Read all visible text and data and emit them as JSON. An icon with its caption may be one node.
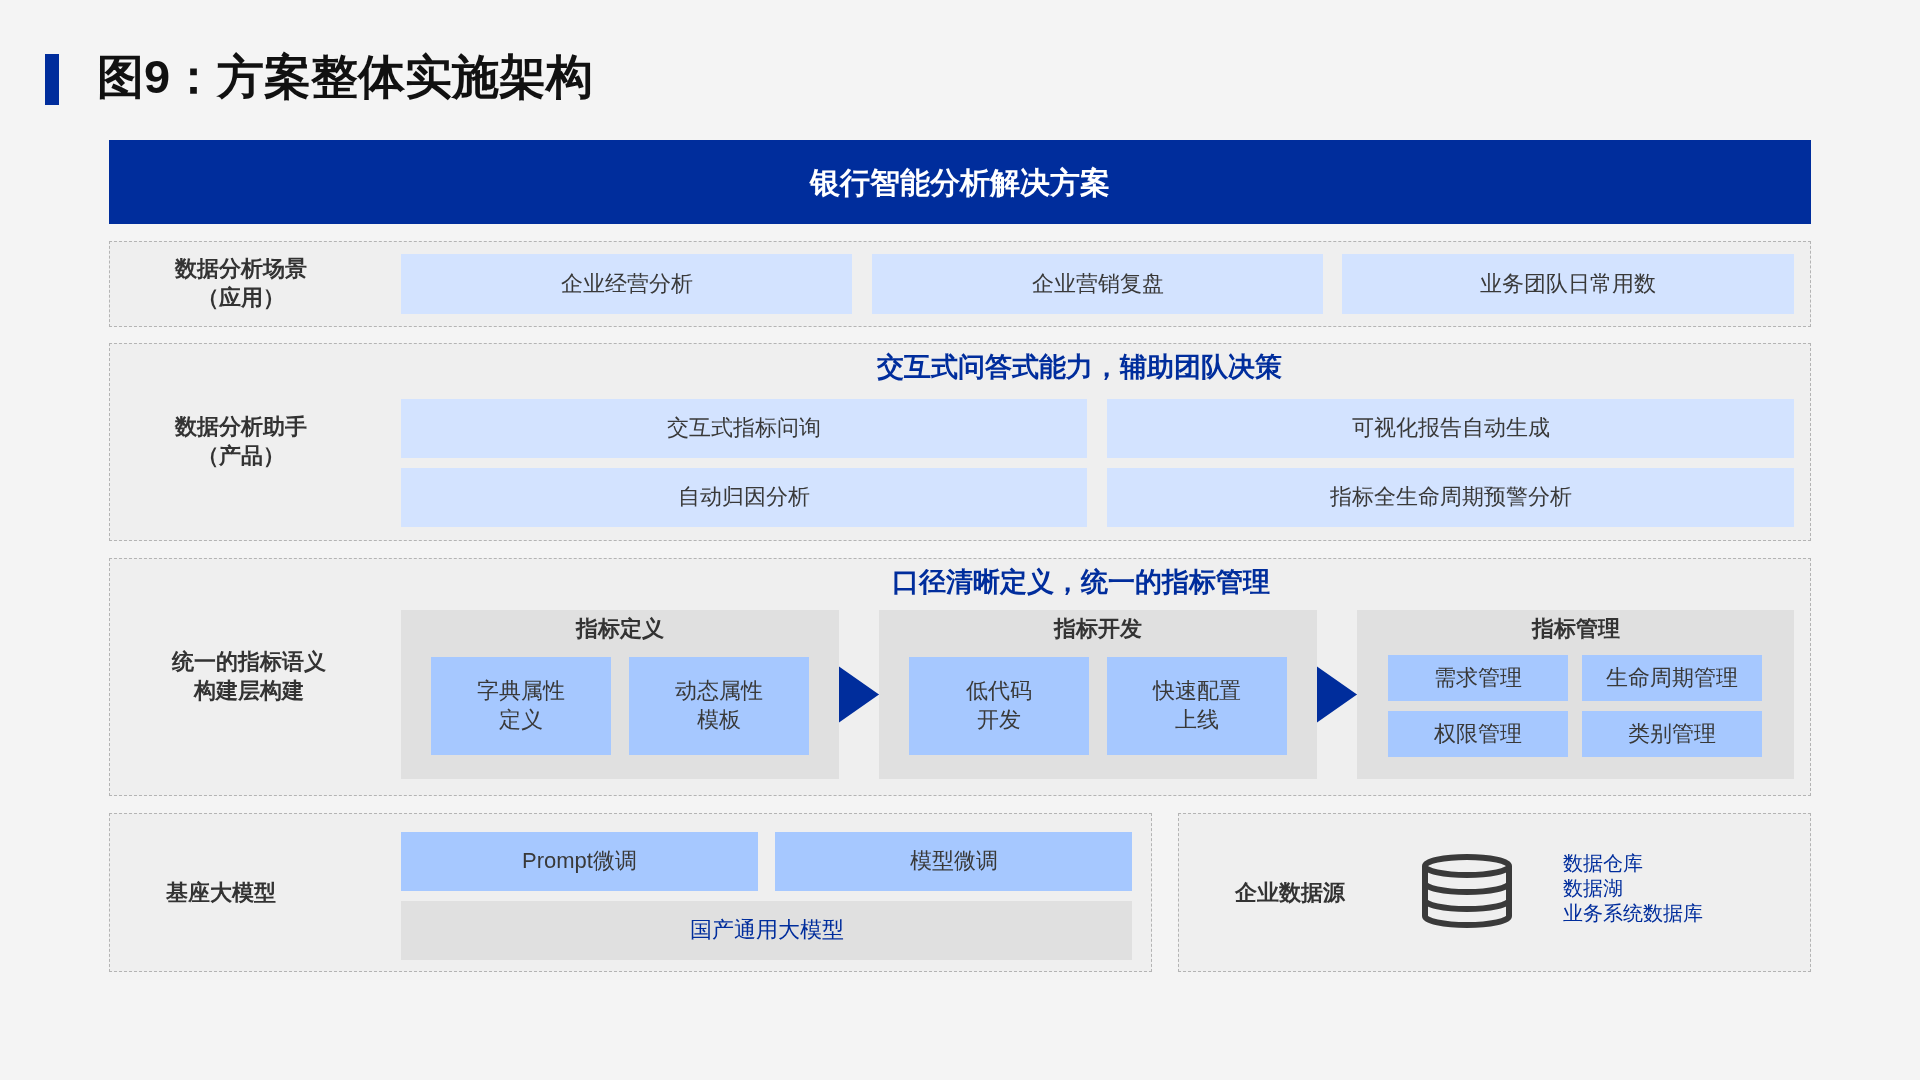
{
  "diagram": {
    "title": "图9：方案整体实施架构",
    "nodes": [
      {
        "text": [
          "银行智能分析解决方案"
        ]
      },
      {
        "text": [
          "数据分析场景（应用）"
        ]
      },
      {
        "text": [
          "企业经营分析"
        ],
        "in": 1
      },
      {
        "text": [
          "企业营销复盘"
        ],
        "in": 1
      },
      {
        "text": [
          "业务团队日常用数"
        ],
        "in": 1
      },
      {
        "text": [
          "数据分析助手（产品）",
          "交互式问答式能力，辅助团队决策"
        ]
      },
      {
        "text": [
          "交互式指标问询"
        ],
        "in": 5
      },
      {
        "text": [
          "可视化报告自动生成"
        ],
        "in": 5
      },
      {
        "text": [
          "自动归因分析"
        ],
        "in": 5
      },
      {
        "text": [
          "指标全生命周期预警分析"
        ],
        "in": 5
      },
      {
        "text": [
          "统一的指标语义构建层构建",
          "口径清晰定义，统一的指标管理"
        ]
      },
      {
        "text": [
          "指标定义"
        ],
        "in": 10
      },
      {
        "text": [
          "字典属性定义"
        ],
        "in": 11
      },
      {
        "text": [
          "动态属性模板"
        ],
        "in": 11
      },
      {
        "text": [
          "指标开发"
        ],
        "in": 10
      },
      {
        "text": [
          "低代码开发"
        ],
        "in": 14
      },
      {
        "text": [
          "快速配置上线"
        ],
        "in": 14
      },
      {
        "text": [
          "指标管理"
        ],
        "in": 10
      },
      {
        "text": [
          "需求管理"
        ],
        "in": 17
      },
      {
        "text": [
          "生命周期管理"
        ],
        "in": 17
      },
      {
        "text": [
          "权限管理"
        ],
        "in": 17
      },
      {
        "text": [
          "类别管理"
        ],
        "in": 17
      },
      {
        "text": [
          "基座大模型"
        ]
      },
      {
        "text": [
          "Prompt微调"
        ],
        "in": 22
      },
      {
        "text": [
          "模型微调"
        ],
        "in": 22
      },
      {
        "text": [
          "国产通用大模型"
        ],
        "in": 22
      },
      {
        "text": [
          "企业数据源",
          "数据仓库",
          "数据湖",
          "业务系统数据库"
        ]
      }
    ],
    "edges": [
      {
        "from": 11,
        "to": 14,
        "arrow": "to"
      },
      {
        "from": 14,
        "to": 17,
        "arrow": "to"
      }
    ]
  }
}
